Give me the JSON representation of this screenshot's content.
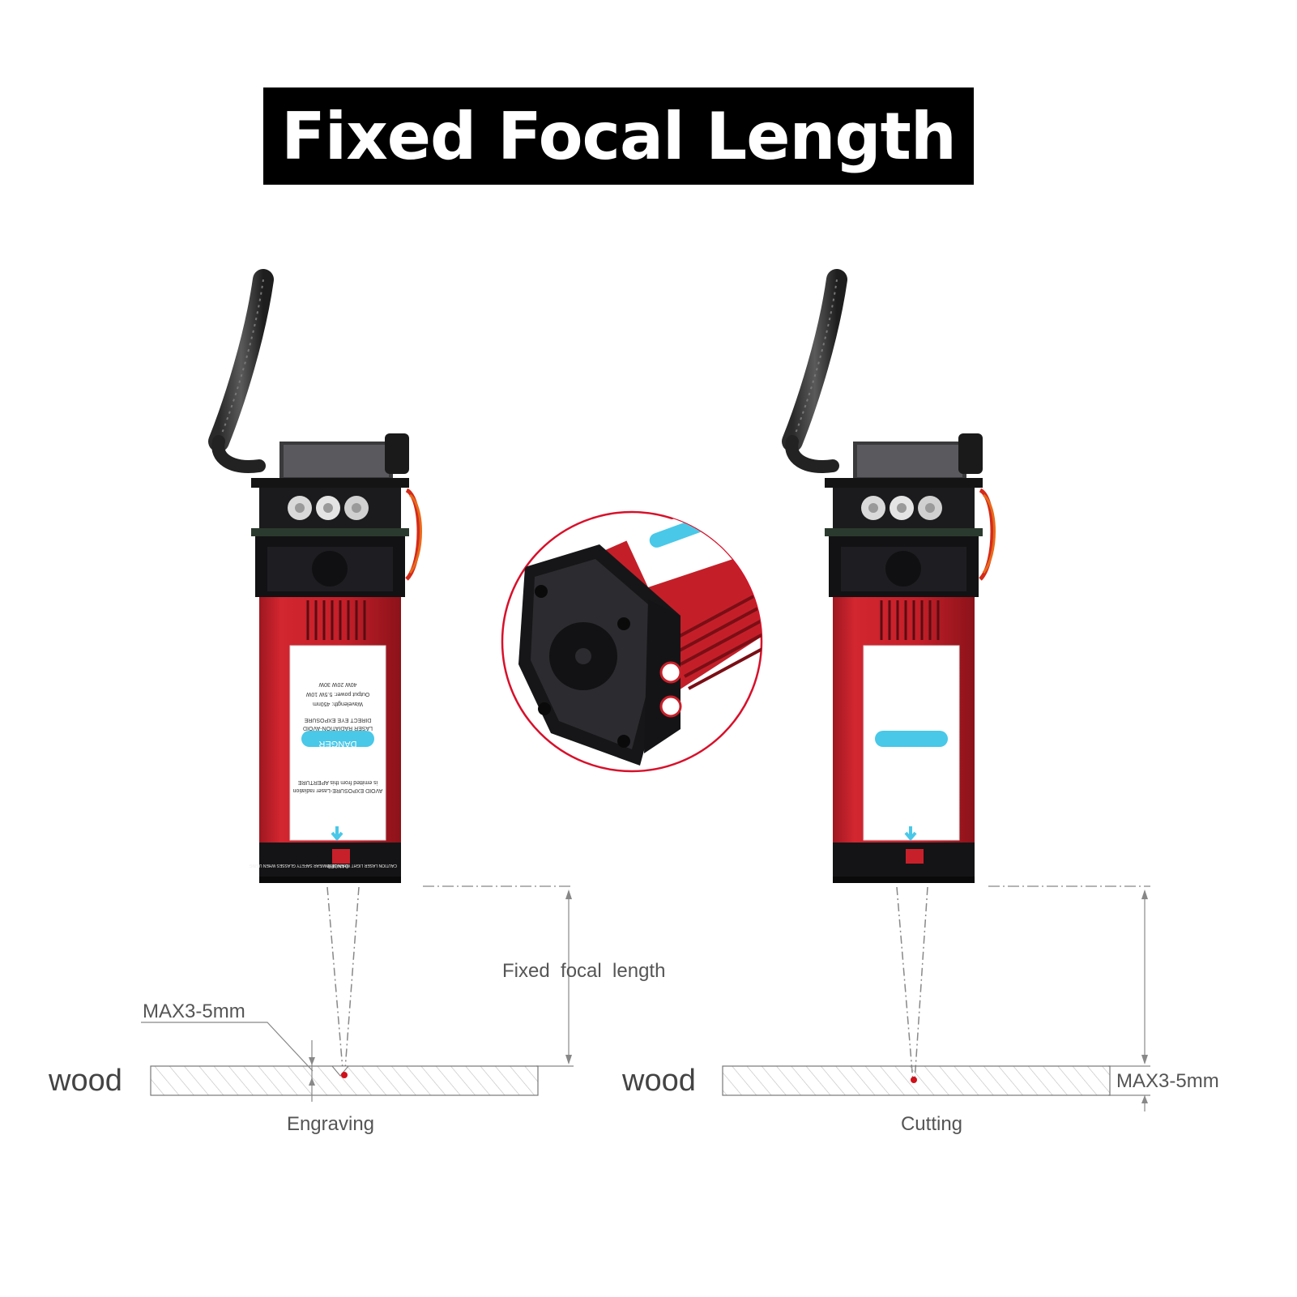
{
  "title": "Fixed Focal Length",
  "colors": {
    "title_bg": "#000000",
    "title_text": "#ffffff",
    "laser_body": "#c8202a",
    "laser_dark": "#1c1c1e",
    "label_badge": "#49c8e8",
    "focus_point": "#d0101a",
    "circle_outline": "#d8102a"
  },
  "left": {
    "material": "wood",
    "caption": "Engraving",
    "depth_label": "MAX3-5mm",
    "focal_label": "Fixed  focal  length"
  },
  "right": {
    "material": "wood",
    "caption": "Cutting",
    "depth_label": "MAX3-5mm"
  },
  "label_sticker": {
    "badge": "DANGER",
    "line1": "AVOID EXPOSURE-Laser radiation",
    "line2": "is emitted from this APERTURE",
    "line3": "LASER RADIATION-AVOID",
    "line4": "DIRECT EYE EXPOSURE",
    "line5": "Wavelength: 450nm",
    "line6": "Output power: 5.5W  10W",
    "line7": "40W  20W  30W"
  },
  "bottom_label": {
    "badge": "DANGER",
    "left": "CAUTION LASER LIGHT WHEN OPEN",
    "mid": "CLASS 4 LASER PRODUCT",
    "right": "WEAR SAFETY GLASSES WHEN USING"
  }
}
